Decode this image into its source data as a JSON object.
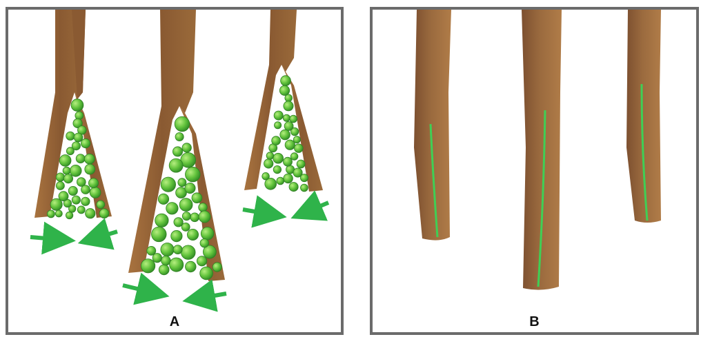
{
  "panels": [
    {
      "id": "A",
      "label": "A"
    },
    {
      "id": "B",
      "label": "B"
    }
  ],
  "colors": {
    "border": "#6b6b6b",
    "strand_dark": "#8a5a32",
    "strand_light": "#c08a55",
    "particle": "#5fbf3a",
    "particle_edge": "#3f8f2a",
    "arrow": "#2fb34a",
    "core_line": "#3fcf55"
  },
  "icons": {
    "arrow": "inward-arrow-icon",
    "particle": "green-sphere"
  }
}
